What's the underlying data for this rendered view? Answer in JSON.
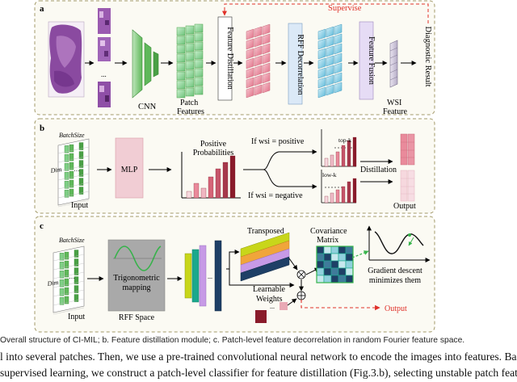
{
  "panels": {
    "a": {
      "label": "a",
      "supervise": "Supervise",
      "cnn": "CNN",
      "patch_features_1": "Patch",
      "patch_features_2": "Features",
      "feature_distillation": "Feature Distillation",
      "rff_decorrelation": "RFF Decorrelation",
      "feature_fusion": "Feature Fusion",
      "wsi_feature_1": "WSI",
      "wsi_feature_2": "Feature",
      "diagnostic_result": "Diagnostic Result",
      "ellipsis": "..."
    },
    "b": {
      "label": "b",
      "batch_size": "BatchSize",
      "dim": "Dim",
      "input": "Input",
      "mlp": "MLP",
      "positive_probabilities_1": "Positive",
      "positive_probabilities_2": "Probabilities",
      "if_positive": "If wsi = positive",
      "if_negative": "If wsi = negative",
      "top_k": "top-k",
      "low_k": "low-k",
      "distillation": "Distillation",
      "output": "Output"
    },
    "c": {
      "label": "c",
      "batch_size": "BatchSize",
      "dim": "Dim",
      "input": "Input",
      "trig_1": "Trigonometric",
      "trig_2": "mapping",
      "rff_space": "RFF Space",
      "transposed": "Transposed",
      "learnable_1": "Learnable",
      "learnable_2": "Weights",
      "covariance_1": "Covariance",
      "covariance_2": "Matrix",
      "gradient_1": "Gradient descent",
      "gradient_2": "minimizes them",
      "output": "Output",
      "times": "⊗",
      "plus": "+"
    }
  },
  "caption": "Overall structure of CI-MIL; b. Feature distillation module; c. Patch-level feature decorrelation in random Fourier feature space.",
  "body_text": [
    "l into several patches. Then, we use a pre-trained convolutional neural network to encode the images into features. Based",
    "supervised learning, we construct a patch-level classifier for feature distillation (Fig.3.b), selecting unstable patch features"
  ],
  "colors": {
    "panel_border": "#a39a6a",
    "panel_fill": "#fbfaf3",
    "supervise_red": "#e0312a",
    "output_red": "#e0312a",
    "cnn_green": "#5fb85a",
    "patch_green": "#7fcf86",
    "pink": "#e98a9b",
    "cyan": "#79cce6",
    "purple_bar": "#e6dcf5",
    "blue_bar": "#dbe9f7",
    "bar_dark": "#8a1b2b",
    "bar_mid": "#c6556a",
    "bar_light": "#efbcc8",
    "orange": "#f0a53a",
    "yellow_green": "#c8d61a",
    "violet": "#c79ae6",
    "teal": "#1aa88c",
    "navy": "#1e3f66",
    "gray_box": "#a9a9a9"
  }
}
